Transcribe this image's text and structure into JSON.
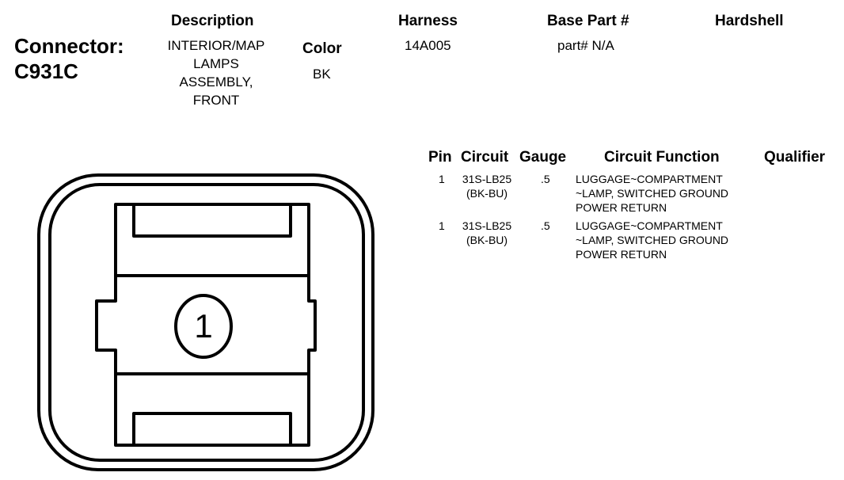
{
  "connector": {
    "label": "Connector:",
    "id": "C931C"
  },
  "description": {
    "header": "Description",
    "lines": [
      "INTERIOR/MAP",
      "LAMPS",
      "ASSEMBLY,",
      "FRONT"
    ]
  },
  "color": {
    "header": "Color",
    "value": "BK"
  },
  "harness": {
    "header": "Harness",
    "value": "14A005"
  },
  "base_part": {
    "header": "Base Part #",
    "value": "part# N/A"
  },
  "hardshell": {
    "header": "Hardshell",
    "value": ""
  },
  "pin_table": {
    "headers": {
      "pin": "Pin",
      "circuit": "Circuit",
      "gauge": "Gauge",
      "function": "Circuit Function",
      "qualifier": "Qualifier"
    },
    "rows": [
      {
        "pin": "1",
        "circuit": [
          "31S-LB25",
          "(BK-BU)"
        ],
        "gauge": ".5",
        "function": [
          "LUGGAGE~COMPARTMENT",
          "~LAMP, SWITCHED GROUND",
          "POWER RETURN"
        ],
        "qualifier": ""
      },
      {
        "pin": "1",
        "circuit": [
          "31S-LB25",
          "(BK-BU)"
        ],
        "gauge": ".5",
        "function": [
          "LUGGAGE~COMPARTMENT",
          "~LAMP, SWITCHED GROUND",
          "POWER RETURN"
        ],
        "qualifier": ""
      }
    ]
  },
  "diagram": {
    "pin_label": "1"
  }
}
